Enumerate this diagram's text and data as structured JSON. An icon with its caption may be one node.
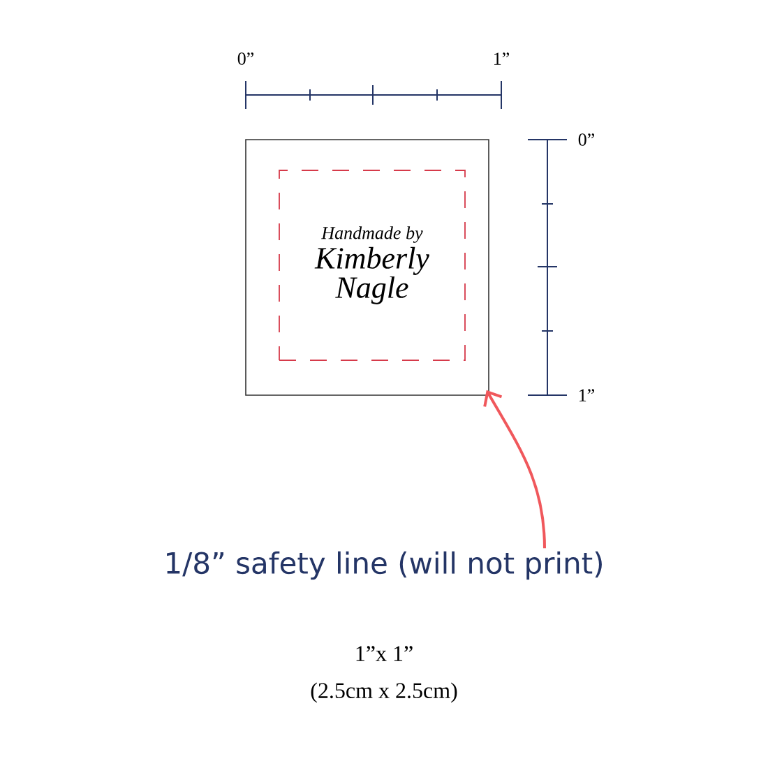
{
  "diagram": {
    "nodes": [
      {
        "text": [],
        "shape": "box"
      },
      {
        "text": [
          "Handmade by",
          "Kimberly Nagle"
        ],
        "in": 0
      },
      {
        "text": [
          "1/8” safety line (will not print)"
        ]
      }
    ],
    "edges": [
      {
        "from": 2,
        "to": 0,
        "arrow": "to",
        "color": "#f0585c"
      }
    ],
    "labels": [
      "0”",
      "1”",
      "0”",
      "1”",
      "1”x 1”",
      "(2.5cm x 2.5cm)"
    ]
  }
}
